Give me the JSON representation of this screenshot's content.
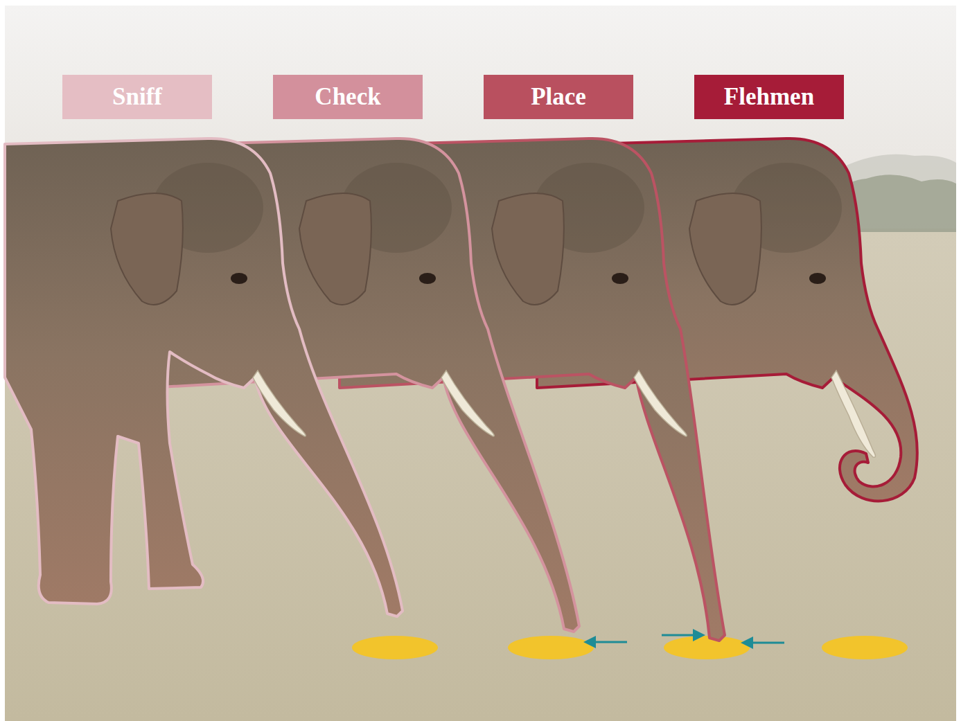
{
  "diagram": {
    "nodes": [
      {
        "text": [
          "Sniff"
        ]
      },
      {
        "text": [
          "Check"
        ]
      },
      {
        "text": [
          "Place"
        ]
      },
      {
        "text": [
          "Flehmen"
        ]
      }
    ]
  }
}
